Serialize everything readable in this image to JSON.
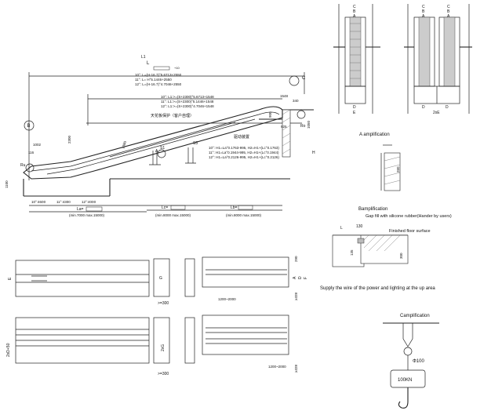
{
  "main_view": {
    "top_dim": "L",
    "top_dim_right": "+10",
    "formulas_L": [
      "10°: L=(H-16.7)°5.6713+2550",
      "11°: L= H°5.1446+2550",
      "12°: L=(H-16.7)°4.7046+2550"
    ],
    "formulas_L1": [
      "10°: L1:>=(S+2300)°5.6713+1548",
      "11°: L1:>=(S+2300)°5.1446+1548",
      "12°: L1:>=(S+2300)°4.7046+1548"
    ],
    "formulas_H1": [
      "10°: H1=La°0.1763-995, H2=H1+(Lc°0.1763)",
      "11°: H1=La°0.1944-995, H2=H1+(Lc°0.1944)",
      "12°: H1=La°0.2126-995, H2=H1+(Lc°0.2126)"
    ],
    "chinese_1": "天花板保护（客户自理）",
    "chinese_2": "驱动装置",
    "dims": {
      "d1548": "1548",
      "d340": "340",
      "d925": "925",
      "d1050": "1050",
      "d900": "900",
      "d2300": "2300",
      "d1002": "1002",
      "d116": "116",
      "d1100": "1100",
      "d1380": "1380",
      "d4600": "10°:4600",
      "d4300": "11°:4300",
      "d4000": "12°:4000",
      "La": "La=",
      "Lc": "Lc=",
      "Lb": "Lb=",
      "minmax1": "(min.7000  max.15000)",
      "minmax2": "(min.8000  max.15000)",
      "minmax3": "(min.8000  max.15000)",
      "Ru": "Ru",
      "Ro": "Ro",
      "S1": "S1",
      "S3": "S3",
      "B": "B",
      "A": "A",
      "C": "C",
      "H": "H",
      "L1": "L1"
    }
  },
  "side_views": {
    "single": {
      "labels": [
        "C",
        "B",
        "A"
      ],
      "bottom": [
        "D",
        "E"
      ]
    },
    "double": {
      "labels": [
        "C",
        "B",
        "A",
        "C",
        "B",
        "A"
      ],
      "bottom": [
        "D",
        "D",
        "2xE"
      ]
    }
  },
  "amp_A": {
    "title": "A amplification",
    "dim": "260"
  },
  "amp_B": {
    "title": "Bamplification",
    "note1": "Gap fill with silicone rubber(Hander by users)",
    "note2": "Finished floor surface",
    "L": "L",
    "d130": "130",
    "d135": "135",
    "d300": "300"
  },
  "supply_note": "Supply the wire of the power and lighting at the up area",
  "amp_C": {
    "title": "Camplification",
    "phi": "Φ100",
    "load": "100KN"
  },
  "plans": {
    "E": "E",
    "ge300a": ">=300",
    "ge300b": ">=300",
    "G": "G",
    "twoG": "2xG",
    "d1200a": "1200~2000",
    "d1200b": "1200~2000",
    "ge328": "≥328",
    "d290": "290",
    "dim2d": "2xD+50",
    "dimA": "A",
    "dimD": "D",
    "dimF": "F"
  }
}
